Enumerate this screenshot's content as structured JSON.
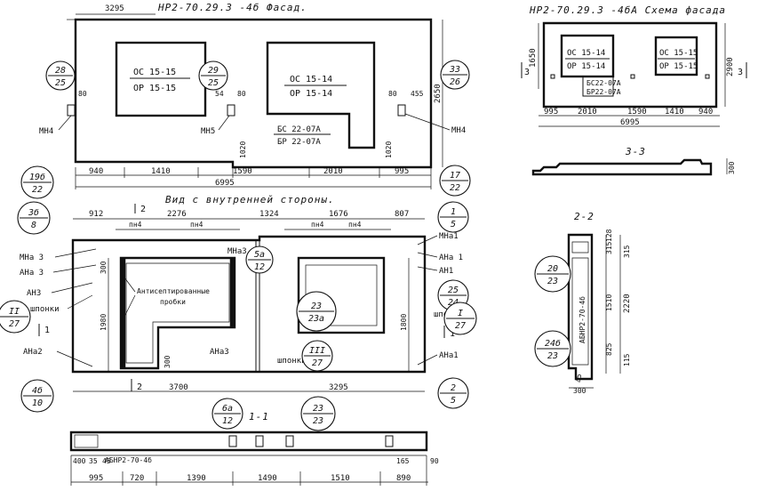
{
  "titles": {
    "facade": "НР2-70.29.3 -4б  Фасад.",
    "scheme": "НР2-70.29.3 -4бА  Схема фасада",
    "inner": "Вид с внутренней стороны.",
    "sec_3_3": "3-3",
    "sec_2_2": "2-2",
    "sec_1_1": "1-1"
  },
  "facade": {
    "win1": [
      "ОС 15-15",
      "ОР 15-15"
    ],
    "win2": [
      "ОС 15-14",
      "ОР 15-14"
    ],
    "door": [
      "БС 22-07А",
      "БР 22-07А"
    ],
    "mn4_left": "МН4",
    "mn5": "МН5",
    "mn4_right": "МН4",
    "dims_top": [
      "3295",
      "80",
      "80",
      "80",
      "455",
      "54"
    ],
    "dims_right": [
      "2650",
      "1020",
      "1020"
    ],
    "dims_bottom_a": [
      "940",
      "1410",
      "1590",
      "2010",
      "995"
    ],
    "dims_bottom_b": "6995"
  },
  "scheme": {
    "win1": [
      "ОС 15-14",
      "ОР 15-14"
    ],
    "win2": [
      "ОС 15-15",
      "ОР 15-15"
    ],
    "door": [
      "БС22-07А",
      "БР22-07А"
    ],
    "dims_left": "1650",
    "dims_right": "2900",
    "dims_bottom_a": [
      "995",
      "2010",
      "1590",
      "1410",
      "940"
    ],
    "dims_bottom_b": "6995",
    "sec_3": "3",
    "dim_300": "300"
  },
  "inner": {
    "dims_top_a": [
      "912",
      "2276",
      "1324",
      "1676",
      "807"
    ],
    "dims_left": [
      "300",
      "1980",
      "300"
    ],
    "dim_right": "1800",
    "dims_bottom": [
      "3700",
      "3295"
    ],
    "labels_left": [
      "МНа 3",
      "АНа 3",
      "АН3",
      "шпонки",
      "АНа2"
    ],
    "labels_right": [
      "МНа1",
      "АНа 1",
      "АН1",
      "шпонки",
      "АНа1"
    ],
    "labels_mid": [
      "МНа3",
      "АНа3",
      "шпонки"
    ],
    "pn4": [
      "пн4",
      "пн4",
      "пн4",
      "пн4"
    ],
    "note": [
      "Антисептированные",
      "пробки"
    ],
    "sec1_top": "1",
    "sec2_top": "2",
    "sec1_right": "1",
    "sec2_bottom": "2"
  },
  "section22": {
    "dims_right_a": [
      "128",
      "315",
      "1510",
      "825",
      "115"
    ],
    "dim_total": "2220",
    "dim_bottom": "300",
    "dim_45": "45",
    "mark": "АБНР2-70-4б"
  },
  "section11": {
    "dims_top": [
      "400",
      "35",
      "45"
    ],
    "dims_bottom": [
      "995",
      "720",
      "1390",
      "1490",
      "1510",
      "890"
    ],
    "dim_165": "165",
    "dim_90": "90",
    "mark": "АБНР2-70-4б"
  },
  "callouts": [
    {
      "top": "28",
      "bottom": "25"
    },
    {
      "top": "29",
      "bottom": "25"
    },
    {
      "top": "33",
      "bottom": "26"
    },
    {
      "top": "19б",
      "bottom": "22"
    },
    {
      "top": "17",
      "bottom": "22"
    },
    {
      "top": "3б",
      "bottom": "8"
    },
    {
      "top": "1",
      "bottom": "5"
    },
    {
      "top": "5а",
      "bottom": "12"
    },
    {
      "top": "25",
      "bottom": "24"
    },
    {
      "top": "23",
      "bottom": "23а"
    },
    {
      "top": "II",
      "bottom": "27"
    },
    {
      "top": "I",
      "bottom": "27"
    },
    {
      "top": "III",
      "bottom": "27"
    },
    {
      "top": "4б",
      "bottom": "10"
    },
    {
      "top": "2",
      "bottom": "5"
    },
    {
      "top": "6а",
      "bottom": "12"
    },
    {
      "top": "23",
      "bottom": "23"
    },
    {
      "top": "20",
      "bottom": "23"
    },
    {
      "top": "24б",
      "bottom": "23"
    }
  ]
}
